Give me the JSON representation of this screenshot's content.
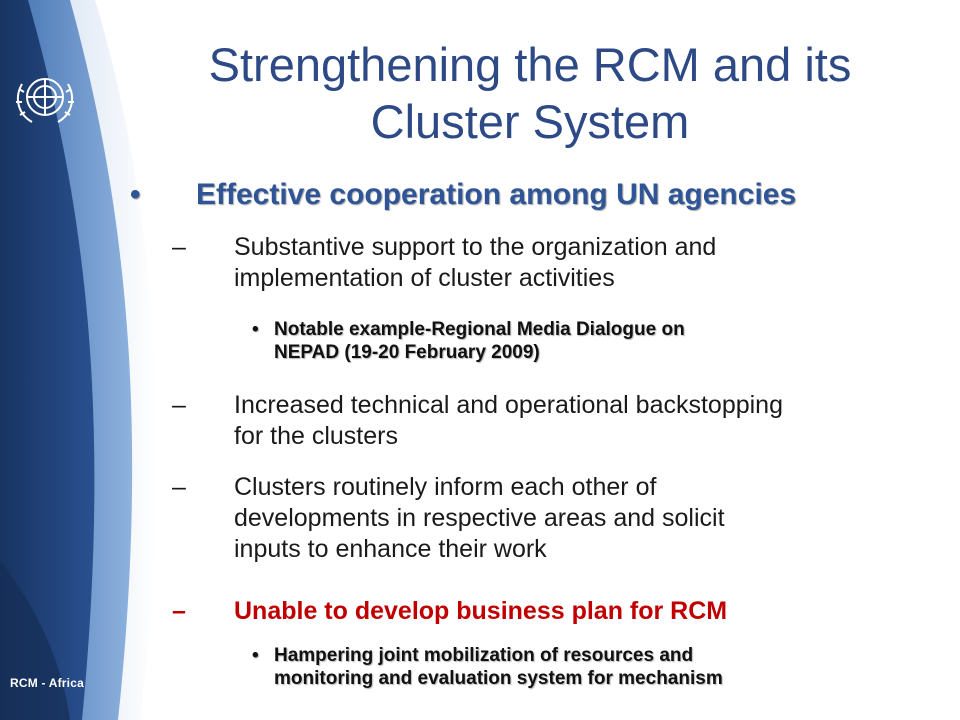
{
  "slide": {
    "title_line1": "Strengthening the RCM and its",
    "title_line2": "Cluster System",
    "bullet1": {
      "marker": "•",
      "text": "Effective cooperation among UN agencies"
    },
    "sub1": {
      "marker": "–",
      "line1": "Substantive support to the organization and",
      "line2": "implementation of cluster activities"
    },
    "subsub1": {
      "marker": "•",
      "line1": "Notable example-Regional Media Dialogue on",
      "line2": "NEPAD (19-20 February 2009)"
    },
    "sub2": {
      "marker": "–",
      "line1": "Increased technical and operational backstopping",
      "line2": "for the clusters"
    },
    "sub3": {
      "marker": "–",
      "line1": "Clusters routinely inform each other of",
      "line2": "developments in respective areas and solicit",
      "line3": "inputs to enhance their work"
    },
    "sub4": {
      "marker": "–",
      "text": "Unable to develop business plan for RCM"
    },
    "subsub2": {
      "marker": "•",
      "line1": "Hampering joint mobilization of resources and",
      "line2": "monitoring and evaluation system for mechanism"
    }
  },
  "sidebar": {
    "footer_label": "RCM - Africa",
    "logo": "un-emblem-icon"
  },
  "colors": {
    "title": "#2e4a86",
    "heading_bullet": "#2f5597",
    "body_text": "#1a1a1a",
    "alert": "#c00000",
    "sidebar_dark": "#1f3c6e",
    "sidebar_light": "#5b8ac4"
  }
}
